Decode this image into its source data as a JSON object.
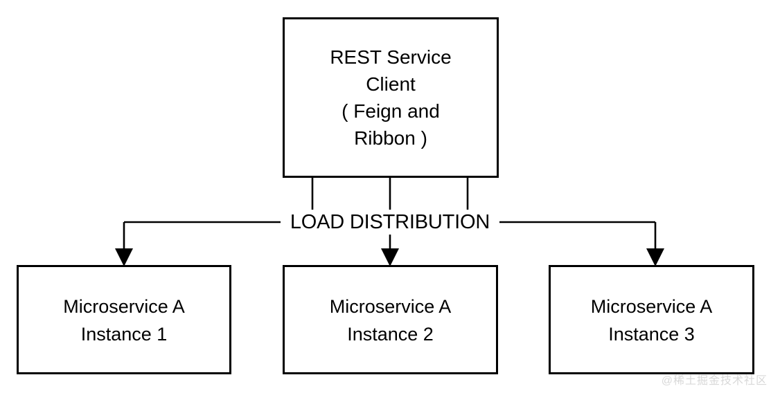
{
  "diagram": {
    "title_box": {
      "name": "rest-service-client",
      "lines": [
        "REST Service",
        "Client",
        "( Feign and",
        "Ribbon )"
      ]
    },
    "distribution_label": "LOAD DISTRIBUTION",
    "instances": [
      {
        "name": "microservice-a-instance-1",
        "line1": "Microservice A",
        "line2": "Instance 1"
      },
      {
        "name": "microservice-a-instance-2",
        "line1": "Microservice A",
        "line2": "Instance 2"
      },
      {
        "name": "microservice-a-instance-3",
        "line1": "Microservice A",
        "line2": "Instance 3"
      }
    ],
    "colors": {
      "stroke": "#000000",
      "fill": "#ffffff",
      "text": "#000000",
      "watermark": "#d8d8d8"
    }
  },
  "watermark": {
    "text": "@稀土掘金技术社区"
  }
}
